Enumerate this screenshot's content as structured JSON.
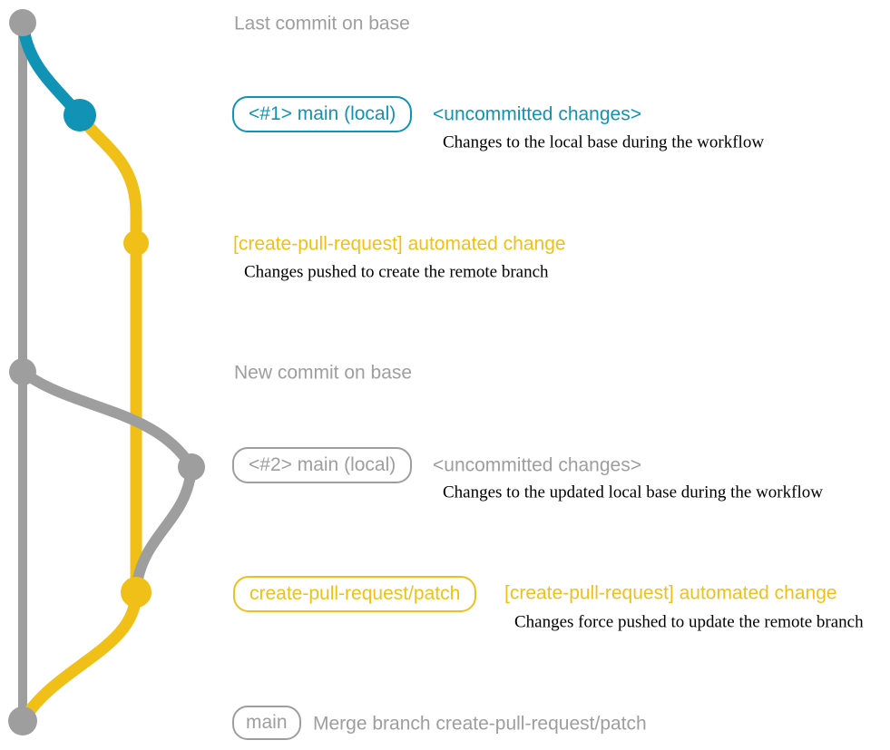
{
  "colors": {
    "gray": "#9E9E9E",
    "blue": "#1193B6",
    "yellow": "#F0C019",
    "black": "#000000"
  },
  "labels": {
    "last_commit_on_base": "Last commit on base",
    "main_local_1_badge": "<#1> main (local)",
    "uncommitted_1": "<uncommitted changes>",
    "uncommitted_1_caption": "Changes to the local base during the workflow",
    "automated_change_1": "[create-pull-request] automated change",
    "automated_change_1_caption": "Changes pushed to create the remote branch",
    "new_commit_on_base": "New commit on base",
    "main_local_2_badge": "<#2> main (local)",
    "uncommitted_2": "<uncommitted changes>",
    "uncommitted_2_caption": "Changes to the updated local base during the workflow",
    "patch_branch_badge": "create-pull-request/patch",
    "automated_change_2": "[create-pull-request] automated change",
    "automated_change_2_caption": "Changes force pushed to update the remote branch",
    "main_badge": "main",
    "merge_commit": "Merge branch create-pull-request/patch"
  },
  "graph": {
    "branches": [
      {
        "id": "base",
        "color_key": "gray"
      },
      {
        "id": "main (local)",
        "color_key": "blue"
      },
      {
        "id": "create-pull-request/patch",
        "color_key": "yellow"
      }
    ],
    "commits": [
      {
        "branch": "base",
        "label": "Last commit on base"
      },
      {
        "branch": "main (local)",
        "badge": "<#1> main (local)",
        "label": "<uncommitted changes>",
        "caption": "Changes to the local base during the workflow"
      },
      {
        "branch": "create-pull-request/patch",
        "label": "[create-pull-request] automated change",
        "caption": "Changes pushed to create the remote branch"
      },
      {
        "branch": "base",
        "label": "New commit on base"
      },
      {
        "branch": "main (local)",
        "badge": "<#2> main (local)",
        "label": "<uncommitted changes>",
        "caption": "Changes to the updated local base during the workflow"
      },
      {
        "branch": "create-pull-request/patch",
        "badge": "create-pull-request/patch",
        "label": "[create-pull-request] automated change",
        "caption": "Changes force pushed to update the remote branch"
      },
      {
        "branch": "base",
        "badge": "main",
        "label": "Merge branch create-pull-request/patch"
      }
    ]
  }
}
